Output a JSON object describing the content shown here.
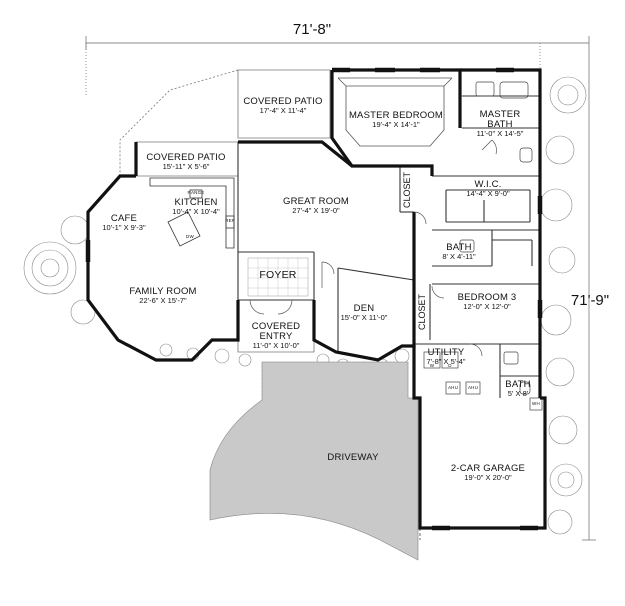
{
  "dimensions": {
    "width": "71'-8\"",
    "depth": "71'-9\""
  },
  "rooms": [
    {
      "id": "covered-patio-rear",
      "name": "COVERED PATIO",
      "size": "17'-4\" X 11'-4\""
    },
    {
      "id": "master-bedroom",
      "name": "MASTER BEDROOM",
      "size": "19'-4\" X 14'-1\""
    },
    {
      "id": "master-bath",
      "name": "MASTER BATH",
      "size": "11'-0\" X 14'-5\""
    },
    {
      "id": "covered-patio-side",
      "name": "COVERED PATIO",
      "size": "15'-11\" X 5'-6\""
    },
    {
      "id": "kitchen",
      "name": "KITCHEN",
      "size": "10'-4\" X 10'-4\""
    },
    {
      "id": "cafe",
      "name": "CAFE",
      "size": "10'-1\" X 9'-3\""
    },
    {
      "id": "great-room",
      "name": "GREAT ROOM",
      "size": "27'-4\" X 19'-0\""
    },
    {
      "id": "wic",
      "name": "W.I.C.",
      "size": "14'-4\" X 9'-0\""
    },
    {
      "id": "bath-2",
      "name": "BATH",
      "size": "8' X 4'-11\""
    },
    {
      "id": "foyer",
      "name": "FOYER",
      "size": ""
    },
    {
      "id": "family-room",
      "name": "FAMILY ROOM",
      "size": "22'-6\" X 15'-7\""
    },
    {
      "id": "den",
      "name": "DEN",
      "size": "15'-0\" X 11'-0\""
    },
    {
      "id": "bedroom-3",
      "name": "BEDROOM 3",
      "size": "12'-0\" X 12'-0\""
    },
    {
      "id": "covered-entry",
      "name": "COVERED ENTRY",
      "size": "11'-0\" X 10'-0\""
    },
    {
      "id": "utility",
      "name": "UTILITY",
      "size": "7'-8\" X 5'-4\""
    },
    {
      "id": "bath-3",
      "name": "BATH",
      "size": "5' X 8'"
    },
    {
      "id": "driveway",
      "name": "DRIVEWAY",
      "size": ""
    },
    {
      "id": "garage",
      "name": "2-CAR GARAGE",
      "size": "19'-0\" X 20'-0\""
    }
  ],
  "closets": [
    "CLOSET",
    "CLOSET"
  ],
  "fixtures": {
    "range": "RANGE",
    "ref": "REF",
    "dw": "DW",
    "ahu": "AHU",
    "wh": "WH",
    "w": "W",
    "d": "D"
  },
  "colors": {
    "wall": "#111111",
    "line": "#555555",
    "paving": "#9a9a9a",
    "foliage": "#8a8a8a"
  }
}
